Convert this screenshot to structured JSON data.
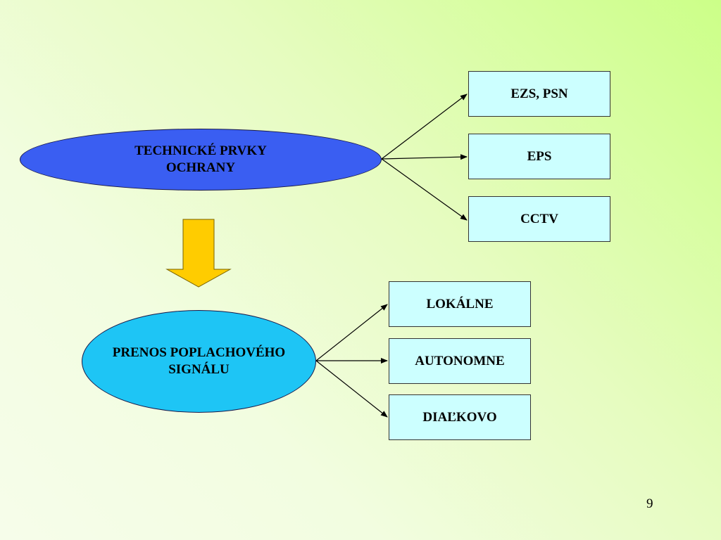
{
  "diagram": {
    "top_node": {
      "line1": "TECHNICKÉ PRVKY",
      "line2": "OCHRANY",
      "fill": "#3a5ef2"
    },
    "top_children": [
      "EZS, PSN",
      "EPS",
      "CCTV"
    ],
    "bottom_node": {
      "line1": "PRENOS POPLACHOVÉHO",
      "line2": "SIGNÁLU",
      "fill": "#1ec5f5"
    },
    "bottom_children": [
      "LOKÁLNE",
      "AUTONOMNE",
      "DIAĽKOVO"
    ],
    "arrow_color": "#ffcc00",
    "box_fill": "#ccffff"
  },
  "page_number": "9"
}
